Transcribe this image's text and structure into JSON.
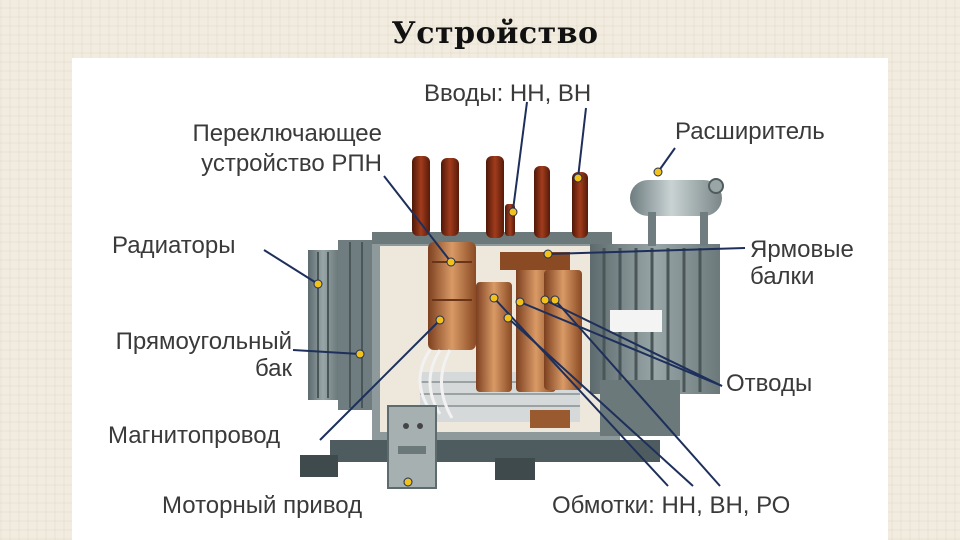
{
  "title": "Устройство",
  "labels": {
    "vvody": "Вводы: НН, ВН",
    "rpn_1": "Переключающее",
    "rpn_2": "устройство РПН",
    "rasshiritel": "Расширитель",
    "radiatory": "Радиаторы",
    "yarmovye_1": "Ярмовые",
    "yarmovye_2": "балки",
    "bak_1": "Прямоугольный",
    "bak_2": "бак",
    "otvody": "Отводы",
    "magnitoprovod": "Магнитопровод",
    "motorny": "Моторный привод",
    "obmotki": "Обмотки: НН, ВН, РО"
  },
  "colors": {
    "tank": "#7f8d8f",
    "tank_dark": "#4f5c5f",
    "bushing": "#7a2a14",
    "winding": "#b87444",
    "leader": "#1d2f5a",
    "dot": "#f2c21b"
  }
}
